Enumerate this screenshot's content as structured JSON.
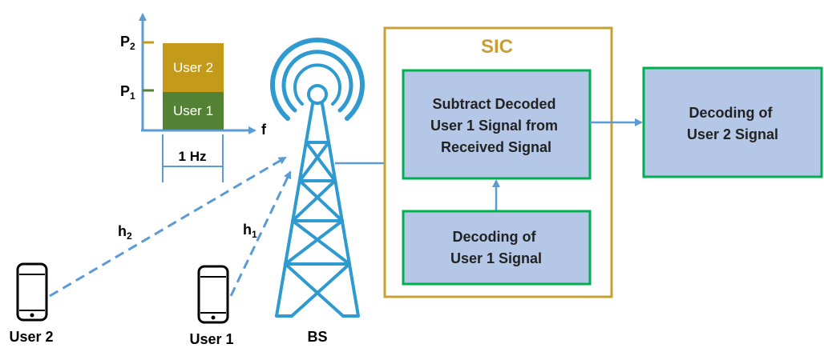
{
  "spectrum": {
    "p2_label": "P",
    "p2_sub": "2",
    "p1_label": "P",
    "p1_sub": "1",
    "user2_block": "User 2",
    "user1_block": "User 1",
    "freq_axis": "f",
    "bandwidth": "1 Hz"
  },
  "channels": {
    "h2_label": "h",
    "h2_sub": "2",
    "h1_label": "h",
    "h1_sub": "1"
  },
  "devices": {
    "user2": "User 2",
    "user1": "User 1",
    "bs": "BS"
  },
  "sic": {
    "title": "SIC",
    "subtract_line1": "Subtract Decoded",
    "subtract_line2": "User 1 Signal from",
    "subtract_line3": "Received Signal",
    "decode1_line1": "Decoding of",
    "decode1_line2": "User 1 Signal"
  },
  "output": {
    "decode2_line1": "Decoding of",
    "decode2_line2": "User 2 Signal"
  },
  "colors": {
    "blue": "#5b9bd5",
    "user2_block": "#c49a1a",
    "user1_block": "#548235",
    "sic_border": "#c8a032",
    "box_fill": "#b4c7e7",
    "box_border": "#00b050"
  }
}
